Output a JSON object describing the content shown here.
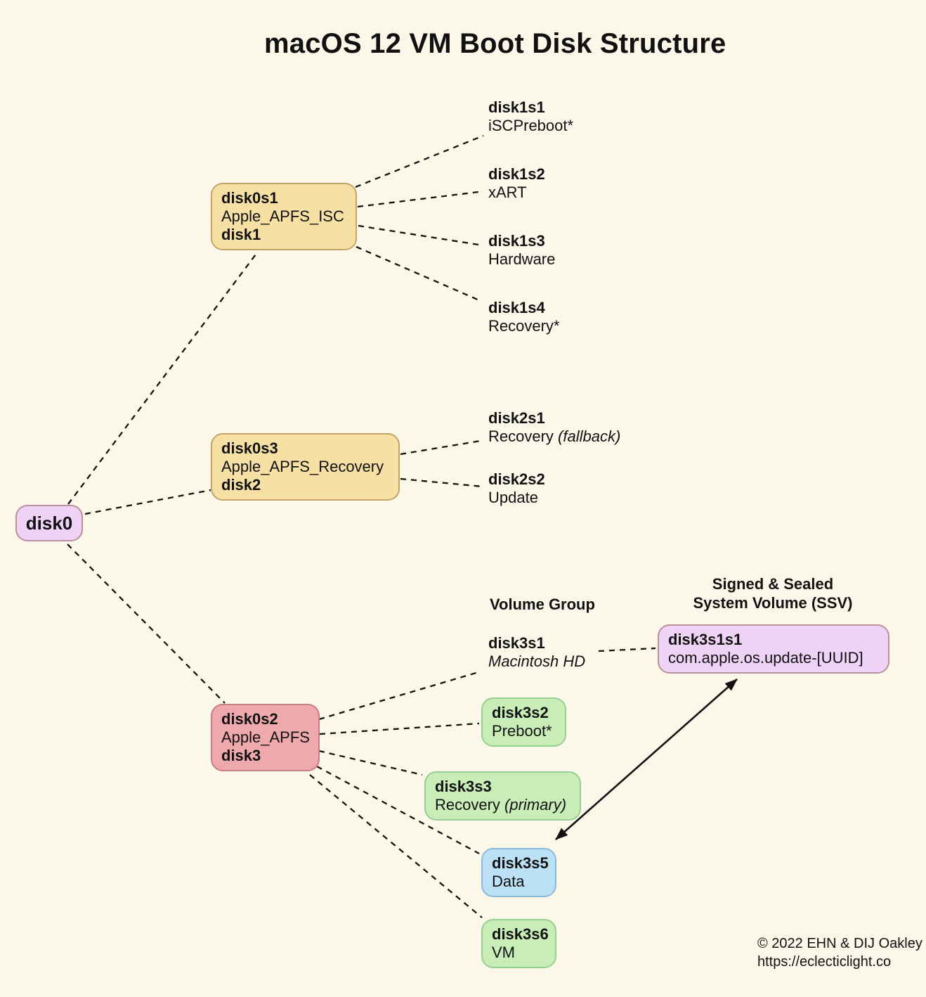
{
  "title": "macOS 12 VM Boot Disk Structure",
  "headers": {
    "volume_group": "Volume Group",
    "ssv_line1": "Signed & Sealed",
    "ssv_line2": "System Volume (SSV)"
  },
  "boxes": {
    "disk0": {
      "name": "disk0"
    },
    "disk0s1": {
      "name": "disk0s1",
      "type": "Apple_APFS_ISC",
      "disk": "disk1"
    },
    "disk0s3": {
      "name": "disk0s3",
      "type": "Apple_APFS_Recovery",
      "disk": "disk2"
    },
    "disk0s2": {
      "name": "disk0s2",
      "type": "Apple_APFS",
      "disk": "disk3"
    },
    "disk3s1s1": {
      "name": "disk3s1s1",
      "desc": "com.apple.os.update-[UUID]"
    },
    "disk3s2": {
      "name": "disk3s2",
      "desc": "Preboot*"
    },
    "disk3s3": {
      "name": "disk3s3",
      "desc": "Recovery",
      "desc_italic": "(primary)"
    },
    "disk3s5": {
      "name": "disk3s5",
      "desc": "Data"
    },
    "disk3s6": {
      "name": "disk3s6",
      "desc": "VM"
    }
  },
  "labels": {
    "disk1s1": {
      "name": "disk1s1",
      "desc": "iSCPreboot*"
    },
    "disk1s2": {
      "name": "disk1s2",
      "desc": "xART"
    },
    "disk1s3": {
      "name": "disk1s3",
      "desc": "Hardware"
    },
    "disk1s4": {
      "name": "disk1s4",
      "desc": "Recovery*"
    },
    "disk2s1": {
      "name": "disk2s1",
      "desc": "Recovery",
      "desc_italic": "(fallback)"
    },
    "disk2s2": {
      "name": "disk2s2",
      "desc": "Update"
    },
    "disk3s1": {
      "name": "disk3s1",
      "desc_italic": "Macintosh HD"
    }
  },
  "footer": {
    "copyright": "© 2022 EHN & DIJ Oakley",
    "url": "https://eclecticlight.co"
  },
  "colors": {
    "background": "#fbf8ea",
    "line": "#111111",
    "tan_fill": "#f6e0a3",
    "tan_border": "#c4a469",
    "purple_fill": "#efd3f6",
    "purple_border": "#bb8f9c",
    "pink_fill": "#efa8ac",
    "pink_border": "#c87e83",
    "green_fill": "#c8edb7",
    "green_border": "#97ce92",
    "blue_fill": "#bce1f6",
    "blue_border": "#89b9d9"
  }
}
